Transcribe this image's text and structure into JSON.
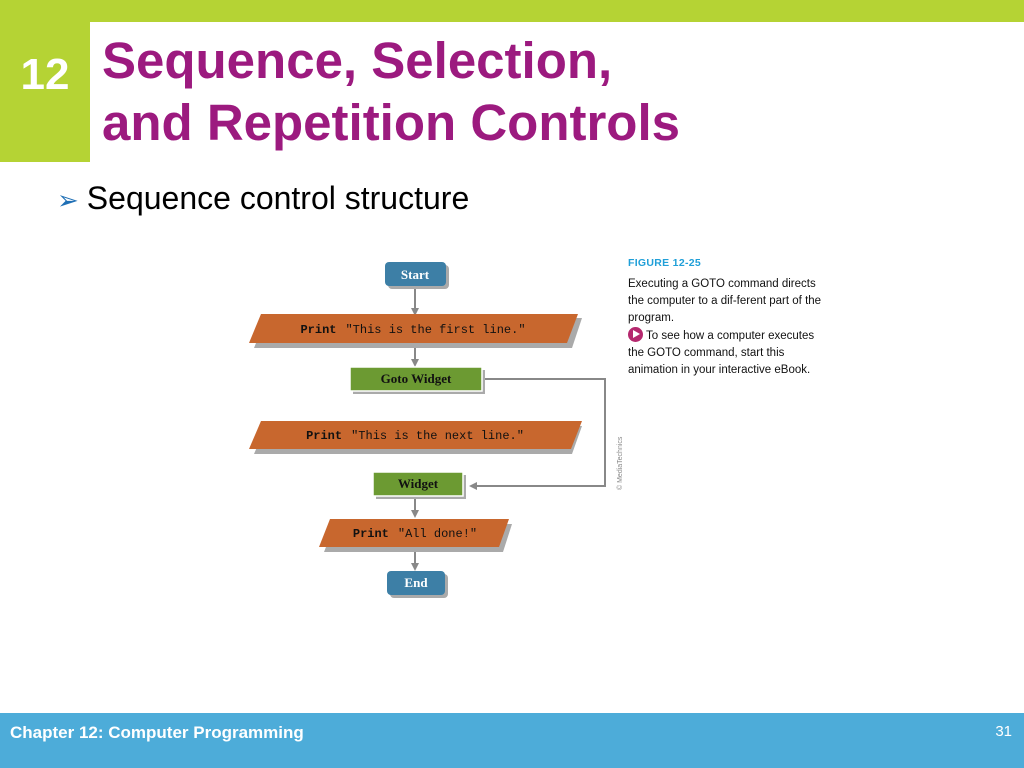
{
  "header": {
    "chapter_number": "12",
    "title_line1": "Sequence, Selection,",
    "title_line2": "and Repetition Controls"
  },
  "bullet": {
    "icon": "arrow-bullet-icon",
    "text": "Sequence control structure"
  },
  "flowchart": {
    "start_label": "Start",
    "print1_keyword": "Print",
    "print1_text": "\"This is the first line.\"",
    "goto_label": "Goto Widget",
    "print2_keyword": "Print",
    "print2_text": "\"This is the next line.\"",
    "widget_label": "Widget",
    "print3_keyword": "Print",
    "print3_text": "\"All done!\"",
    "end_label": "End"
  },
  "figure": {
    "label": "FIGURE 12-25",
    "description": "Executing a GOTO command directs the computer to a dif-ferent part of the program.",
    "animation_note": "To see how a computer executes the GOTO command, start this animation in your interactive eBook.",
    "credit": "© MediaTechnics"
  },
  "footer": {
    "chapter": "Chapter 12: Computer Programming",
    "page_number": "31"
  },
  "colors": {
    "accent_green": "#b5d334",
    "title_purple": "#9c1a7f",
    "footer_blue": "#4dacd9",
    "terminal_blue": "#3d7fa6",
    "process_orange": "#c8672e",
    "goto_green": "#6c9a32"
  }
}
